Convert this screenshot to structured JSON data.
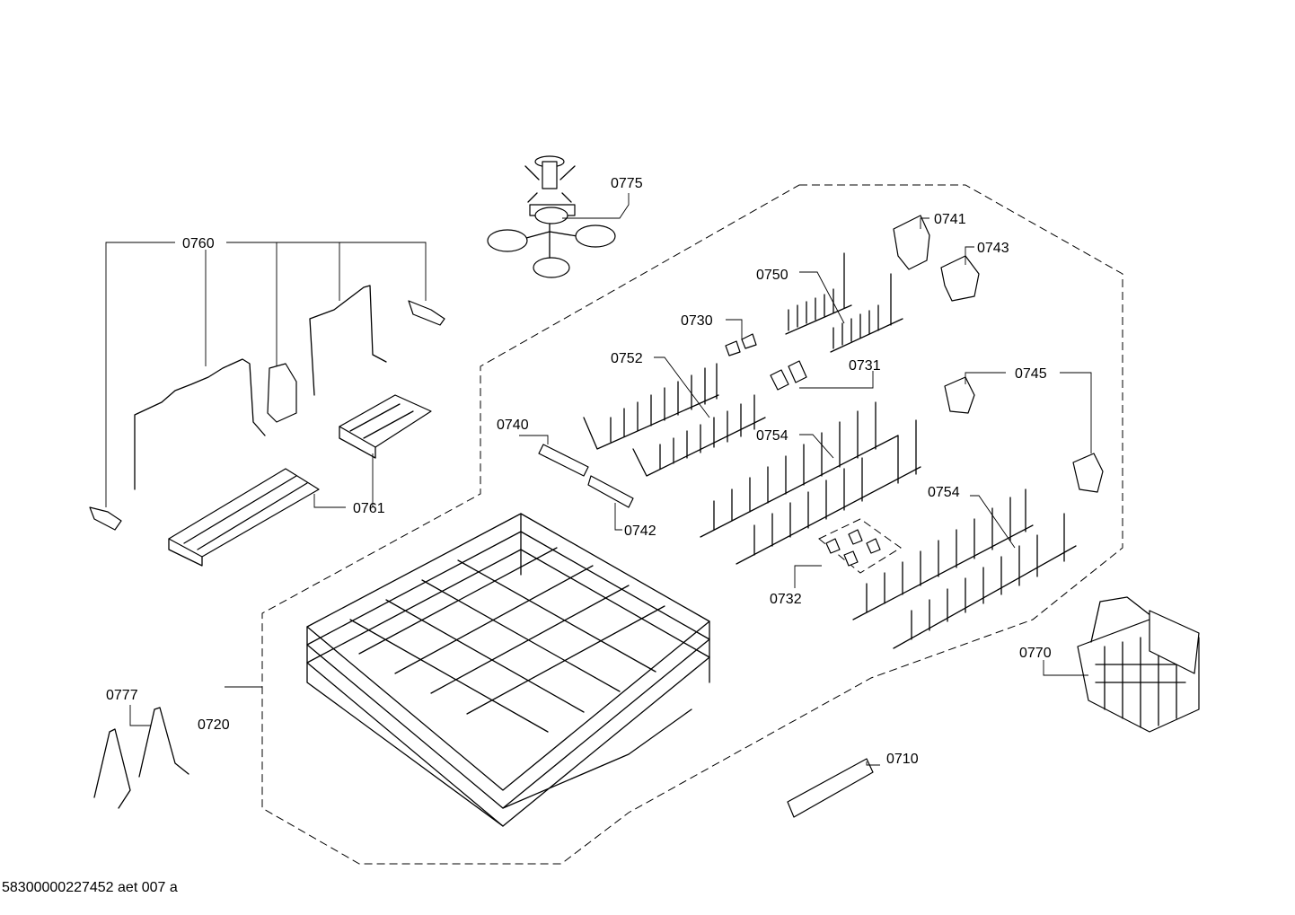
{
  "doc_id": "58300000227452 aet 007 a",
  "part_labels": {
    "p0775": "0775",
    "p0760": "0760",
    "p0761": "0761",
    "p0741": "0741",
    "p0743": "0743",
    "p0750": "0750",
    "p0730": "0730",
    "p0752": "0752",
    "p0731": "0731",
    "p0745": "0745",
    "p0740": "0740",
    "p0754a": "0754",
    "p0742": "0742",
    "p0754b": "0754",
    "p0732": "0732",
    "p0770": "0770",
    "p0777": "0777",
    "p0720": "0720",
    "p0710": "0710"
  }
}
